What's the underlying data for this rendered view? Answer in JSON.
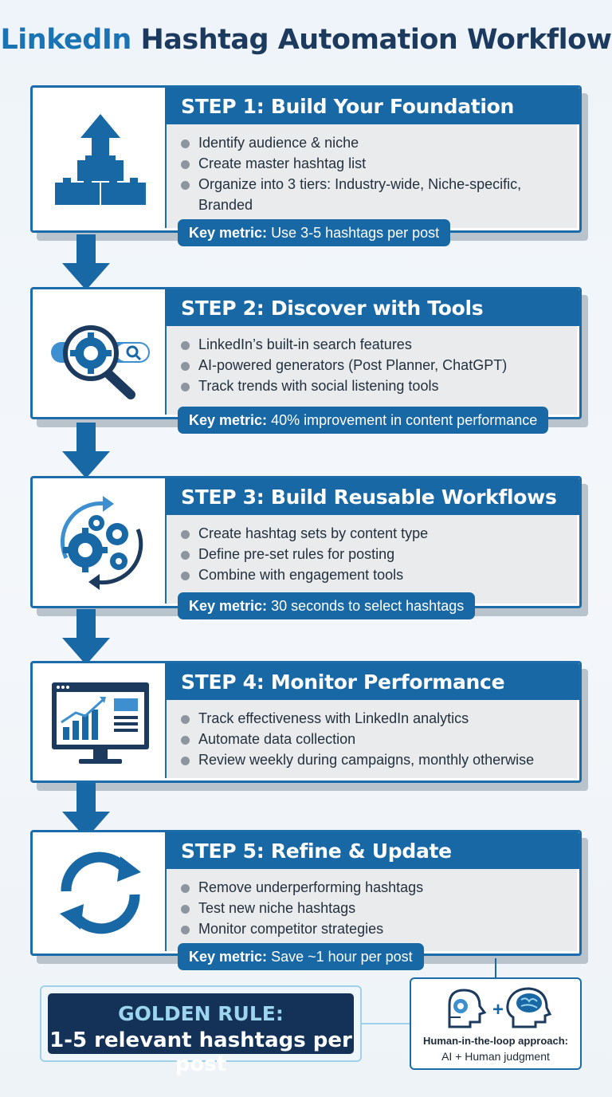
{
  "title": {
    "brand": "LinkedIn",
    "rest": "Hashtag Automation Workflow"
  },
  "colors": {
    "primary": "#1868a6",
    "dark": "#143257",
    "accent_light": "#9bd6ee",
    "panel_body": "#e9ebed"
  },
  "steps": [
    {
      "icon": "stacked-blocks-up-arrow-icon",
      "title": "STEP 1: Build Your Foundation",
      "bullets": [
        "Identify audience & niche",
        "Create master hashtag list",
        "Organize into 3 tiers: Industry-wide, Niche-specific, Branded"
      ],
      "metric_label": "Key metric:",
      "metric_value": "Use 3-5 hashtags per post"
    },
    {
      "icon": "magnifier-gear-search-icon",
      "title": "STEP 2: Discover with Tools",
      "bullets": [
        "LinkedIn’s built-in search features",
        "AI-powered generators (Post Planner, ChatGPT)",
        "Track trends with social listening tools"
      ],
      "metric_label": "Key metric:",
      "metric_value": "40% improvement in content performance"
    },
    {
      "icon": "gears-cycle-icon",
      "title": "STEP 3: Build Reusable Workflows",
      "bullets": [
        "Create hashtag sets by content type",
        "Define pre-set rules for posting",
        "Combine with engagement tools"
      ],
      "metric_label": "Key metric:",
      "metric_value": "30 seconds to select hashtags"
    },
    {
      "icon": "analytics-monitor-icon",
      "title": "STEP 4: Monitor Performance",
      "bullets": [
        "Track effectiveness with LinkedIn analytics",
        "Automate data collection",
        "Review weekly during campaigns, monthly otherwise"
      ]
    },
    {
      "icon": "refresh-arrows-icon",
      "title": "STEP 5: Refine & Update",
      "bullets": [
        "Remove underperforming hashtags",
        "Test new niche hashtags",
        "Monitor competitor strategies"
      ],
      "metric_label": "Key metric:",
      "metric_value": "Save ~1 hour per post"
    }
  ],
  "golden_rule": {
    "label": "GOLDEN RULE:",
    "text": "1-5 relevant hashtags per post"
  },
  "human_loop": {
    "icons": [
      "robot-head-icon",
      "human-brain-head-icon"
    ],
    "plus": "+",
    "title": "Human-in-the-loop approach:",
    "text": "AI + Human judgment"
  }
}
